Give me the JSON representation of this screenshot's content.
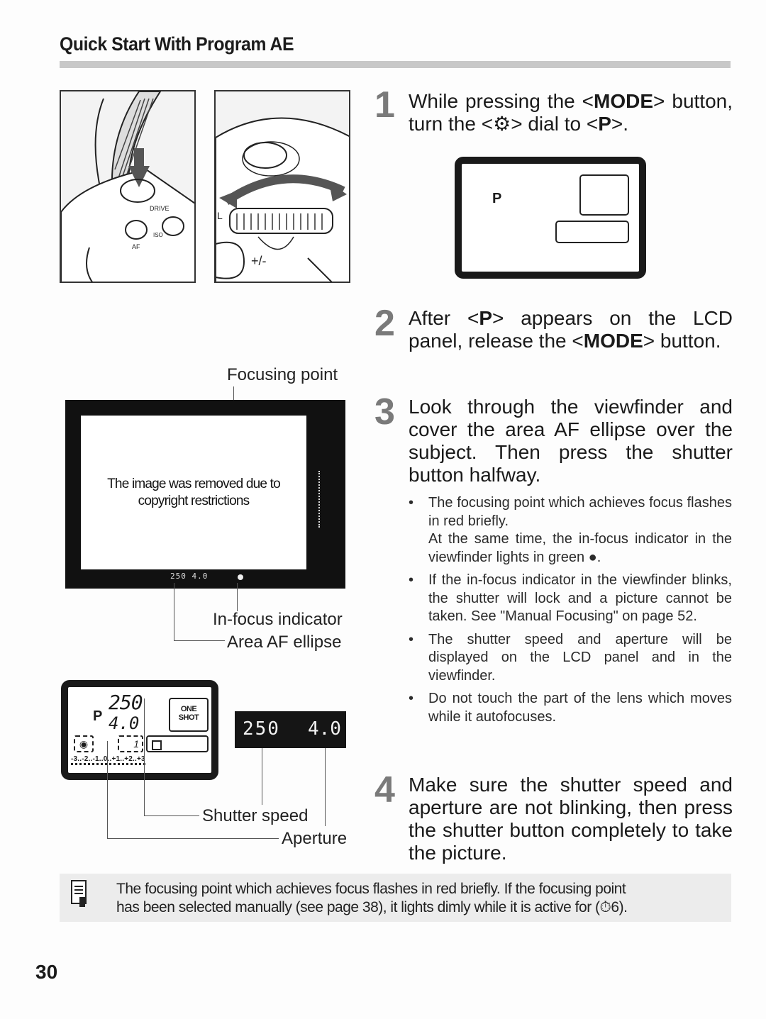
{
  "header": {
    "title": "Quick Start With Program AE"
  },
  "illustrations": {
    "camera_top_mode_button": "Camera body illustration: pressing MODE button (arrow), labels DRIVE, AF, ISO",
    "camera_dial": "Camera dial illustration with curved double arrow, labels L and +/-"
  },
  "steps": [
    {
      "number": "1",
      "text_html": "While pressing the &lt;<b>MODE</b>&gt; button, turn the &lt;<span class=\"dial\">⚙</span>&gt; dial to &lt;<b>P</b>&gt;."
    },
    {
      "number": "2",
      "text_html": "After &lt;<b>P</b>&gt; appears on the LCD panel, release the &lt;<b>MODE</b>&gt; button."
    },
    {
      "number": "3",
      "text_html": "Look through the viewfinder and cover the area AF ellipse over the subject. Then press the shutter button halfway."
    },
    {
      "number": "4",
      "text_html": "Make sure the shutter speed and aperture are not blinking, then press the shutter button completely to take the picture."
    }
  ],
  "lcd_step1": {
    "mode_letter": "P"
  },
  "viewfinder": {
    "label_focusing_point": "Focusing point",
    "removed_line1": "The image was removed due to",
    "removed_line2": "copyright restrictions",
    "readout": "250  4.0",
    "label_in_focus": "In-focus indicator",
    "label_area_af": "Area AF ellipse"
  },
  "lcd_panel": {
    "mode": "P",
    "shutter": "250",
    "aperture": "4.0",
    "af_mode": "ONE SHOT",
    "metering_icon": "◉",
    "frame_counter": "1",
    "exposure_scale": "-3..-2..-1..0..+1..+2..+3"
  },
  "viewfinder_readout": {
    "shutter": "250",
    "aperture": "4.0",
    "label_shutter": "Shutter speed",
    "label_aperture": "Aperture"
  },
  "bullets": [
    {
      "text": "The focusing point which achieves focus flashes in red briefly.",
      "sub": "At the same time, the in-focus indicator in the viewfinder lights in green ●."
    },
    {
      "text": "If the in-focus indicator in the viewfinder blinks, the shutter will lock and a picture cannot be taken. See \"Manual Focusing\" on page 52.",
      "sub": ""
    },
    {
      "text": "The shutter speed and aperture will be displayed on the LCD panel and in the viewfinder.",
      "sub": ""
    },
    {
      "text": "Do not touch the part of the lens which moves while it autofocuses.",
      "sub": ""
    }
  ],
  "note": {
    "icon": "memo-pencil-icon",
    "line1": "The focusing point which achieves focus flashes in red briefly. If the focusing point",
    "line2": "has been selected manually (see page 38), it lights dimly while it is active for (⏱6)."
  },
  "footer": {
    "page_number": "30"
  }
}
